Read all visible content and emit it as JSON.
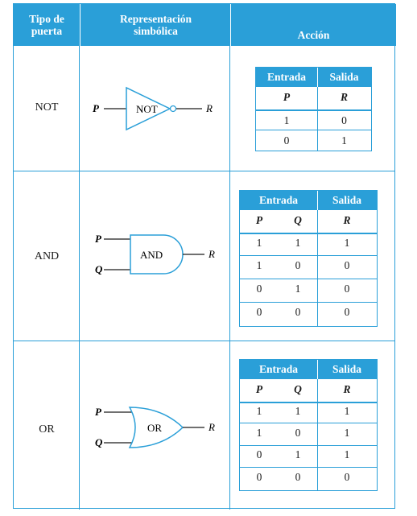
{
  "headers": {
    "type": "Tipo de\npuerta",
    "symbol": "Representación\nsimbólica",
    "action": "Acción"
  },
  "gates": [
    {
      "name": "NOT",
      "symbol_label": "NOT",
      "input_labels": [
        "P"
      ],
      "output_label": "R",
      "table": {
        "group_input": "Entrada",
        "group_output": "Salida",
        "vars_in": [
          "P"
        ],
        "vars_out": [
          "R"
        ],
        "rows": [
          [
            "1",
            "0"
          ],
          [
            "0",
            "1"
          ]
        ]
      }
    },
    {
      "name": "AND",
      "symbol_label": "AND",
      "input_labels": [
        "P",
        "Q"
      ],
      "output_label": "R",
      "table": {
        "group_input": "Entrada",
        "group_output": "Salida",
        "vars_in": [
          "P",
          "Q"
        ],
        "vars_out": [
          "R"
        ],
        "rows": [
          [
            "1",
            "1",
            "1"
          ],
          [
            "1",
            "0",
            "0"
          ],
          [
            "0",
            "1",
            "0"
          ],
          [
            "0",
            "0",
            "0"
          ]
        ]
      }
    },
    {
      "name": "OR",
      "symbol_label": "OR",
      "input_labels": [
        "P",
        "Q"
      ],
      "output_label": "R",
      "table": {
        "group_input": "Entrada",
        "group_output": "Salida",
        "vars_in": [
          "P",
          "Q"
        ],
        "vars_out": [
          "R"
        ],
        "rows": [
          [
            "1",
            "1",
            "1"
          ],
          [
            "1",
            "0",
            "1"
          ],
          [
            "0",
            "1",
            "1"
          ],
          [
            "0",
            "0",
            "0"
          ]
        ]
      }
    }
  ],
  "colors": {
    "accent": "#2a9fd8",
    "text": "#1a1a1a"
  }
}
